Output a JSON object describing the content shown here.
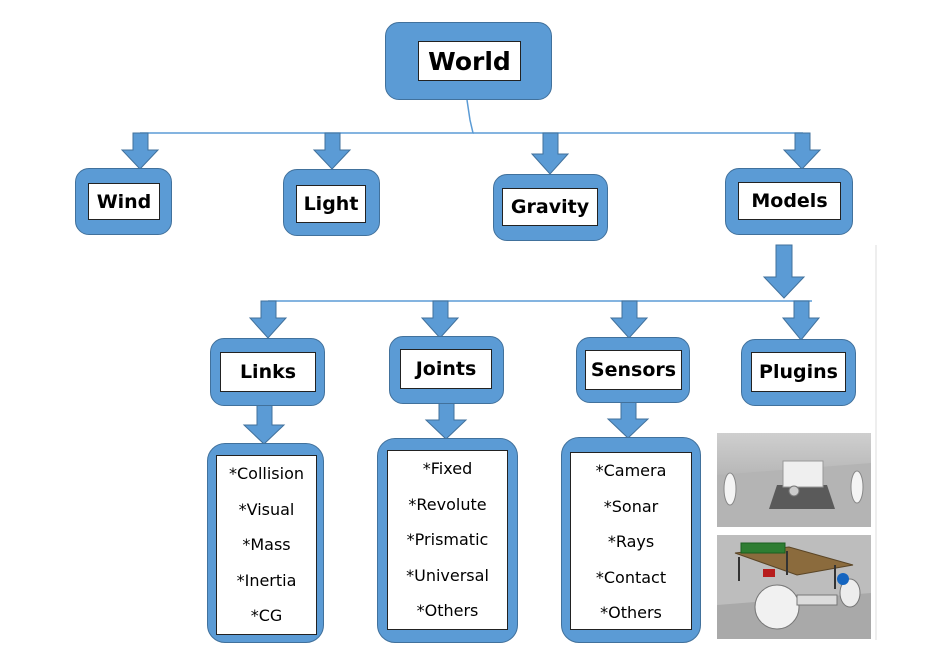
{
  "root": {
    "label": "World"
  },
  "world_children": [
    {
      "id": "wind",
      "label": "Wind"
    },
    {
      "id": "light",
      "label": "Light"
    },
    {
      "id": "gravity",
      "label": "Gravity"
    },
    {
      "id": "models",
      "label": "Models"
    }
  ],
  "model_children": [
    {
      "id": "links",
      "label": "Links"
    },
    {
      "id": "joints",
      "label": "Joints"
    },
    {
      "id": "sensors",
      "label": "Sensors"
    },
    {
      "id": "plugins",
      "label": "Plugins"
    }
  ],
  "links_items": [
    "*Collision",
    "*Visual",
    "*Mass",
    "*Inertia",
    "*CG"
  ],
  "joints_items": [
    "*Fixed",
    "*Revolute",
    "*Prismatic",
    "*Universal",
    "*Others"
  ],
  "sensors_items": [
    "*Camera",
    "*Sonar",
    "*Rays",
    "*Contact",
    "*Others"
  ],
  "colors": {
    "box_fill": "#5b9bd5",
    "box_border": "#41719c",
    "line": "#5b9bd5"
  }
}
